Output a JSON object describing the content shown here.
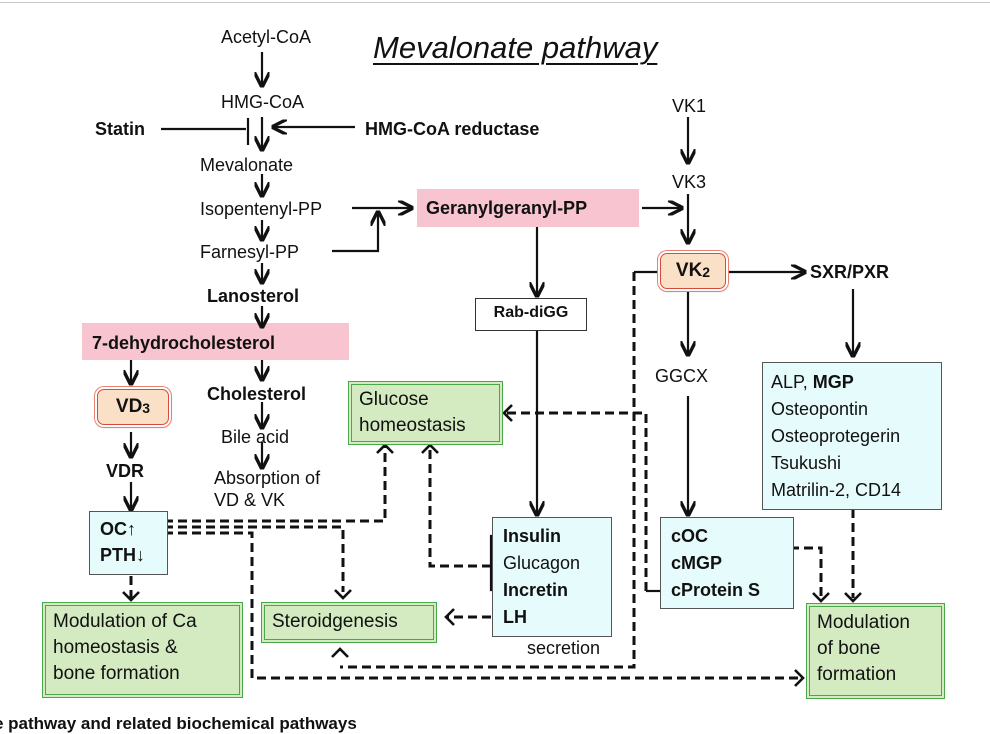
{
  "title": "Mevalonate pathway",
  "main_chain": {
    "acetyl_coa": "Acetyl-CoA",
    "hmg_coa": "HMG-CoA",
    "statin": "Statin",
    "hmg_coa_reductase": "HMG-CoA reductase",
    "mevalonate": "Mevalonate",
    "isopentenyl_pp": "Isopentenyl-PP",
    "farnesyl_pp": "Farnesyl-PP",
    "lanosterol": "Lanosterol",
    "dehydrocholesterol": "7-dehydrocholesterol",
    "cholesterol": "Cholesterol",
    "bile_acid": "Bile acid",
    "absorption": [
      "Absorption of",
      "VD & VK"
    ]
  },
  "geranylgeranyl_pp": "Geranylgeranyl-PP",
  "rab_digg": "Rab-diGG",
  "vitamin_d": {
    "vd3": "VD",
    "vd3_sub": "3",
    "vdr": "VDR",
    "oc": "OC↑",
    "pth": "PTH↓"
  },
  "vitamin_k": {
    "vk1": "VK1",
    "vk3": "VK3",
    "vk2": "VK",
    "vk2_sub": "2",
    "sxr_pxr": "SXR/PXR",
    "ggcx": "GGCX"
  },
  "sxr_targets": {
    "line1_normal": "ALP, ",
    "line1_bold": "MGP",
    "items": [
      "Osteopontin",
      "Osteoprotegerin",
      "Tsukushi",
      "Matrilin-2, CD14"
    ]
  },
  "hormones": {
    "items": [
      {
        "label": "Insulin",
        "bold": true
      },
      {
        "label": "Glucagon",
        "bold": false
      },
      {
        "label": "Incretin",
        "bold": true
      },
      {
        "label": "LH",
        "bold": true
      }
    ],
    "secretion": "secretion"
  },
  "carboxylated": [
    "cOC",
    "cMGP",
    "cProtein S"
  ],
  "outcomes": {
    "glucose": [
      "Glucose",
      "homeostasis"
    ],
    "steroidogenesis": "Steroidgenesis",
    "ca_bone": [
      "Modulation of Ca",
      "homeostasis &",
      "bone formation"
    ],
    "bone": [
      "Modulation",
      "of bone",
      "formation"
    ]
  },
  "caption": "e pathway and related biochemical pathways",
  "colors": {
    "pink_highlight": "#f8c4d0",
    "green_box": "#d4ebc2",
    "green_border": "#4aa84a",
    "cyan_box": "#e6fbfb",
    "vitamin_box": "#fbe0c8",
    "vitamin_border": "#d84a3a"
  }
}
